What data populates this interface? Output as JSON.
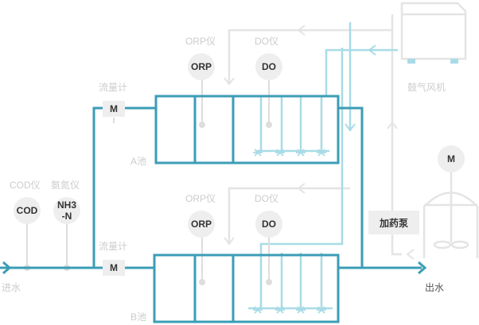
{
  "instruments": {
    "orp_label": "ORP仪",
    "do_label": "DO仪",
    "orp_badge": "ORP",
    "do_badge": "DO",
    "cod_label": "COD仪",
    "cod_badge": "COD",
    "nh3_label": "氨氮仪",
    "nh3_badge": "NH3\n-N",
    "flowmeter_label": "流量计",
    "flowmeter_badge": "M"
  },
  "tanks": {
    "a_label": "A池",
    "b_label": "B池"
  },
  "blower_label": "鼓气风机",
  "dosing_pump_label": "加药泵",
  "mixer_badge": "M",
  "inflow_label": "进水",
  "outflow_label": "出水",
  "colors": {
    "pipe": "#3b9db6",
    "air": "#a8dbe6",
    "control": "#e4e4e4",
    "badge": "#eeeeee"
  }
}
